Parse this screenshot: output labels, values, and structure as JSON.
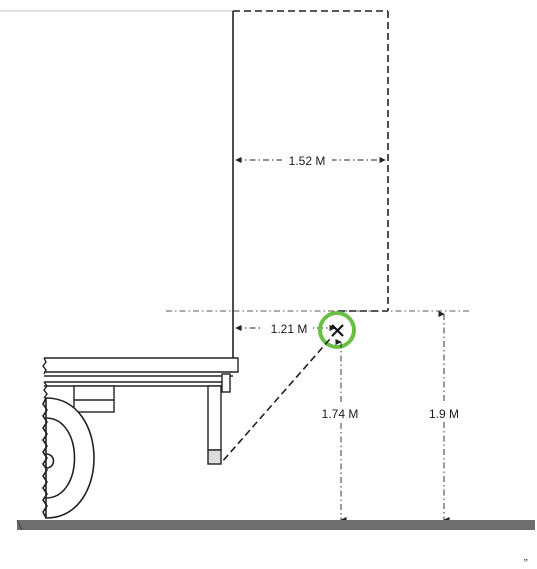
{
  "dimensions": {
    "body_width": "1.52 M",
    "rear_offset": "1.21 M",
    "hitch_height": "1.74 M",
    "floor_height": "1.9 M"
  },
  "corner_mark": "”",
  "colors": {
    "line": "#222222",
    "ground": "#6e6e6e",
    "highlight": "#6abf45",
    "light_block": "#dcdcdc"
  }
}
